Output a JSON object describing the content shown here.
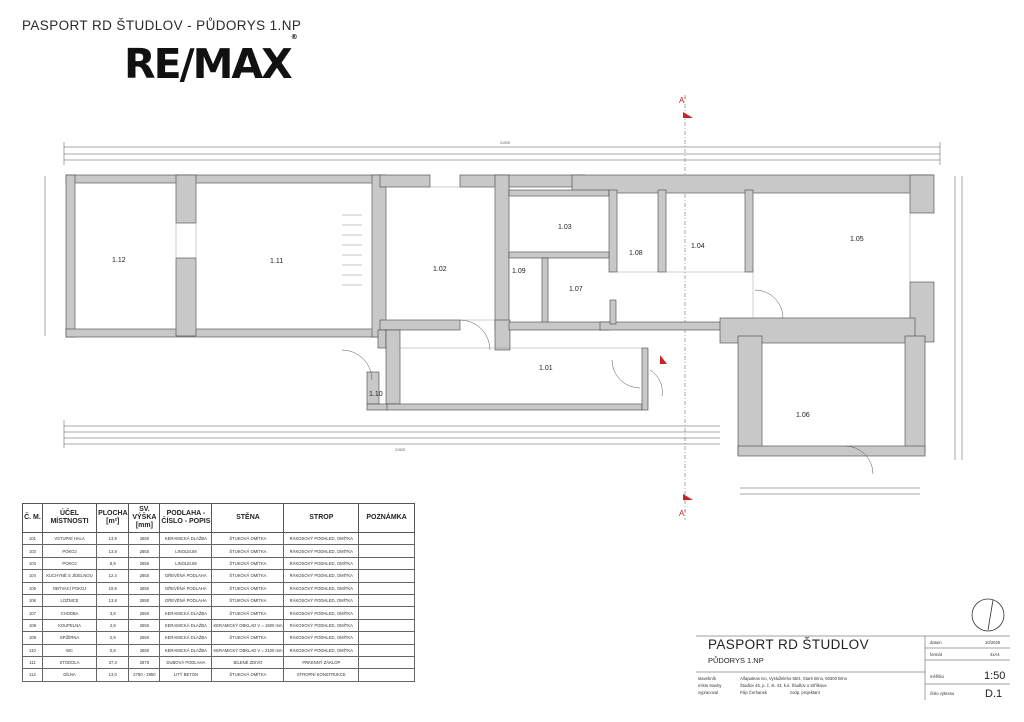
{
  "header": {
    "title": "PASPORT RD ŠTUDLOV - PŮDORYS 1.NP",
    "logo": "RE/MAX"
  },
  "plan": {
    "rooms": [
      {
        "id": "1.01"
      },
      {
        "id": "1.02"
      },
      {
        "id": "1.03"
      },
      {
        "id": "1.04"
      },
      {
        "id": "1.05"
      },
      {
        "id": "1.06"
      },
      {
        "id": "1.07"
      },
      {
        "id": "1.08"
      },
      {
        "id": "1.09"
      },
      {
        "id": "1.10"
      },
      {
        "id": "1.11"
      },
      {
        "id": "1.12"
      }
    ],
    "section_mark_top": "A'",
    "section_mark_bottom": "A'",
    "overall_dimension": "21925"
  },
  "table": {
    "headers": [
      "Č. M.",
      "ÚČEL MÍSTNOSTI",
      "PLOCHA [m²]",
      "SV. VÝŠKA [mm]",
      "PODLAHA - ČÍSLO - POPIS",
      "STĚNA",
      "STROP",
      "POZNÁMKA"
    ],
    "rows": [
      [
        "101",
        "VSTUPNÍ HALA",
        "13,9",
        "2650",
        "KERAMICKÁ DLAŽBA",
        "ŠTUKOVÁ OMÍTKA",
        "RÁKOSOVÝ PODHLED, OMÍTKA",
        ""
      ],
      [
        "102",
        "POKOJ",
        "13,9",
        "2650",
        "LINOLEUM",
        "ŠTUKOVÁ OMÍTKA",
        "RÁKOSOVÝ PODHLED, OMÍTKA",
        ""
      ],
      [
        "103",
        "POKOJ",
        "8,9",
        "2650",
        "LINOLEUM",
        "ŠTUKOVÁ OMÍTKA",
        "RÁKOSOVÝ PODHLED, OMÍTKA",
        ""
      ],
      [
        "104",
        "KUCHYNĚ S JÍDELNOU",
        "12,4",
        "2650",
        "DŘEVĚNÁ PODLAHA",
        "ŠTUKOVÁ OMÍTKA",
        "RÁKOSOVÝ PODHLED, OMÍTKA",
        ""
      ],
      [
        "105",
        "OBÝVACÍ POKOJ",
        "19,9",
        "2650",
        "DŘEVĚNÁ PODLAHA",
        "ŠTUKOVÁ OMÍTKA",
        "RÁKOSOVÝ PODHLED, OMÍTKA",
        ""
      ],
      [
        "106",
        "LOŽNICE",
        "13,8",
        "2650",
        "DŘEVĚNÁ PODLAHA",
        "ŠTUKOVÁ OMÍTKA",
        "RÁKOSOVÝ PODHLED, OMÍTKA",
        ""
      ],
      [
        "107",
        "CHODBA",
        "3,8",
        "2650",
        "KERAMICKÁ DLAŽBA",
        "ŠTUKOVÁ OMÍTKA",
        "RÁKOSOVÝ PODHLED, OMÍTKA",
        ""
      ],
      [
        "108",
        "KOUPELNA",
        "2,9",
        "2650",
        "KERAMICKÁ DLAŽBA",
        "KERAMICKÝ OBKLAD V = 1500 mm",
        "RÁKOSOVÝ PODHLED, OMÍTKA",
        ""
      ],
      [
        "109",
        "SPÍŽÍRNA",
        "2,9",
        "2650",
        "KERAMICKÁ DLAŽBA",
        "ŠTUKOVÁ OMÍTKA",
        "RÁKOSOVÝ PODHLED, OMÍTKA",
        ""
      ],
      [
        "110",
        "WC",
        "0,8",
        "2650",
        "KERAMICKÁ DLAŽBA",
        "KERAMICKÝ OBKLAD V = 2100 mm",
        "RÁKOSOVÝ PODHLED, OMÍTKA",
        ""
      ],
      [
        "111",
        "STODOLA",
        "37,3",
        "2870",
        "DUBOVÁ PODLAHA",
        "BÍLENÉ ZDIVO",
        "PRKENNÝ ZÁKLOP",
        ""
      ],
      [
        "112",
        "DÍLNA",
        "13,0",
        "2750 - 2950",
        "LITÝ BETON",
        "ŠTUKOVÁ OMÍTKA",
        "STROPNÍ KONSTRUKCE",
        ""
      ]
    ]
  },
  "titleblock": {
    "title": "PASPORT RD ŠTUDLOV",
    "subtitle": "PŮDORYS 1.NP",
    "rows": [
      {
        "label": "stavebník",
        "value": "Alfapateas Ivo, Vysluželeho 55/4, Staré Brno, 60300 Brno"
      },
      {
        "label": "místo stavby",
        "value": "Študlov 45, p. č. st. 43, k.ú. Študlov u Střílkova"
      },
      {
        "label": "vypracoval",
        "value": "Filip Čerhanek"
      },
      {
        "label": "zodp. projektant",
        "value": ""
      }
    ],
    "meta": [
      {
        "label": "datum",
        "value": "10/2025"
      },
      {
        "label": "formát",
        "value": "4xA4"
      },
      {
        "label": "měřítko",
        "value": "1:50"
      },
      {
        "label": "číslo výkresu",
        "value": "D.1"
      }
    ]
  }
}
